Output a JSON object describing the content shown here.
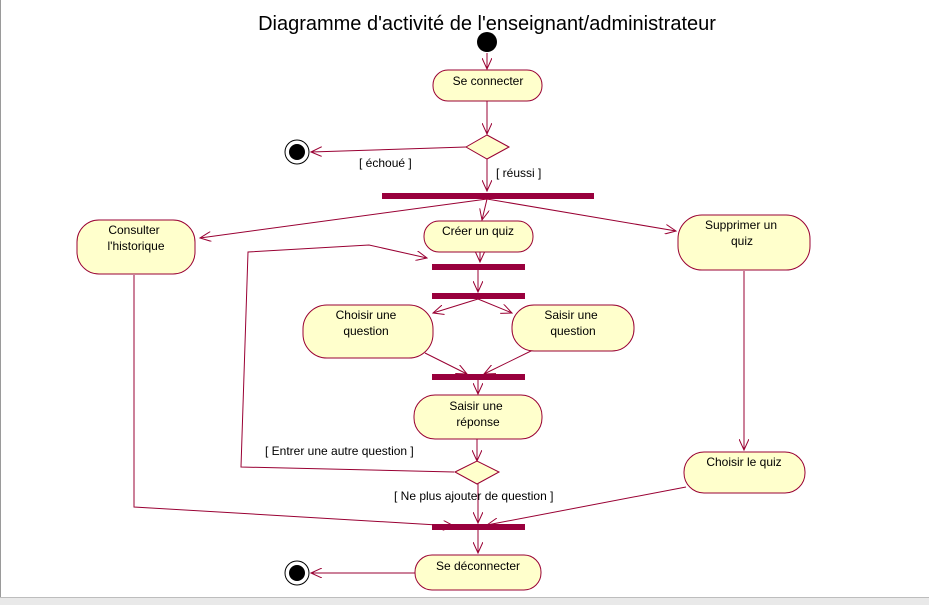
{
  "title": "Diagramme d'activité de l'enseignant/administrateur",
  "colors": {
    "activity_fill": "#ffffcc",
    "line": "#990033",
    "bar": "#99003d",
    "text": "#000000"
  },
  "activities": {
    "connect": "Se connecter",
    "history": [
      "Consulter",
      "l'historique"
    ],
    "create_quiz": "Créer un quiz",
    "delete_quiz": [
      "Supprimer un",
      "quiz"
    ],
    "choose_question": [
      "Choisir une",
      "question"
    ],
    "enter_question": [
      "Saisir une",
      "question"
    ],
    "enter_answer": [
      "Saisir une",
      "réponse"
    ],
    "choose_quiz": "Choisir le quiz",
    "disconnect": "Se déconnecter"
  },
  "guards": {
    "failed": "[ échoué ]",
    "success": "[ réussi ]",
    "another_question": "[ Entrer une autre question ]",
    "no_more_question": "[ Ne plus ajouter de question ]"
  }
}
